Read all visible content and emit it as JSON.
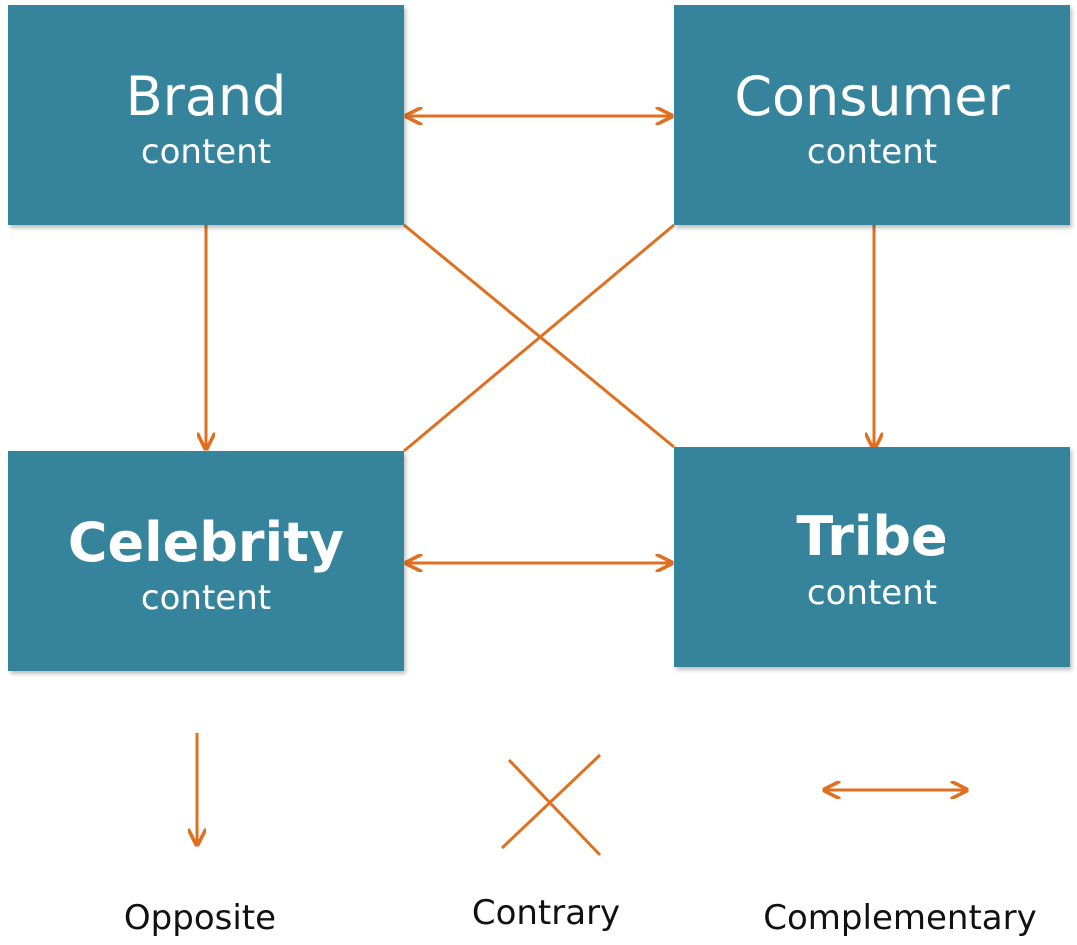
{
  "boxes": {
    "brand": {
      "title": "Brand",
      "subtitle": "content"
    },
    "consumer": {
      "title": "Consumer",
      "subtitle": "content"
    },
    "celebrity": {
      "title": "Celebrity",
      "subtitle": "content"
    },
    "tribe": {
      "title": "Tribe",
      "subtitle": "content"
    }
  },
  "legend": {
    "opposite": "Opposite",
    "contrary": "Contrary",
    "complementary": "Complementary"
  },
  "colors": {
    "box_fill": "#35849c",
    "arrow": "#e07020",
    "text_on_box": "#ffffff"
  }
}
